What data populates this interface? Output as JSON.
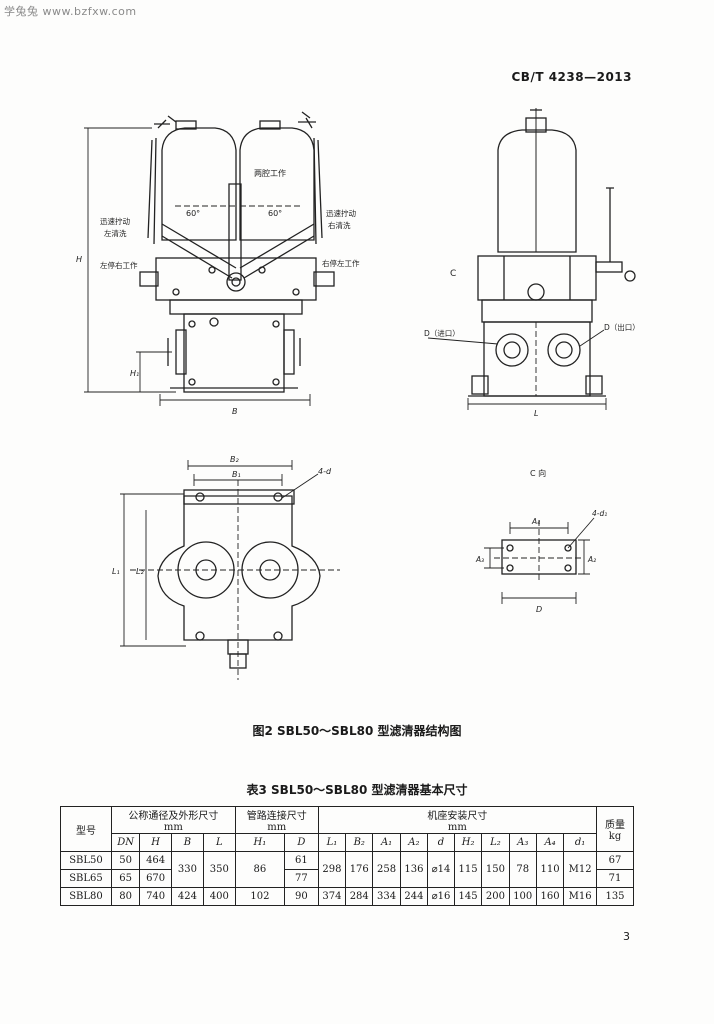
{
  "watermark": "学兔兔 www.bzfxw.com",
  "standard_code": "CB/T 4238—2013",
  "figure": {
    "caption": "图2  SBL50～SBL80 型滤清器结构图",
    "view_label": "C",
    "view_label_2": "C 向",
    "labels": {
      "both": "两腔工作",
      "left_switch": "迅速拧动",
      "left_switch_2": "左清洗",
      "right_switch": "迅速拧动",
      "right_switch_2": "右清洗",
      "left_work": "左停右工作",
      "right_work": "右停左工作",
      "angle_left": "60°",
      "angle_right": "60°",
      "inlet": "D（进口）",
      "outlet": "D（出口）",
      "dim_H": "H",
      "dim_H1": "H₁",
      "dim_B": "B",
      "dim_L": "L",
      "dim_B2": "B₂",
      "dim_B1": "B₁",
      "dim_L1": "L₁",
      "dim_L2": "L₂",
      "dim_4d": "4-d",
      "dim_4d1": "4-d₁",
      "dim_A4": "A₄",
      "dim_A3": "A₃",
      "dim_A2": "A₂",
      "dim_D": "D"
    }
  },
  "table": {
    "caption": "表3  SBL50～SBL80 型滤清器基本尺寸",
    "headers": {
      "model": "型号",
      "group1": "公称通径及外形尺寸",
      "group1_unit": "mm",
      "group2": "管路连接尺寸",
      "group2_unit": "mm",
      "group3": "机座安装尺寸",
      "group3_unit": "mm",
      "mass": "质量",
      "mass_unit": "kg"
    },
    "subheaders": [
      "DN",
      "H",
      "B",
      "L",
      "H₁",
      "D",
      "L₁",
      "B₂",
      "A₁",
      "A₂",
      "d",
      "H₂",
      "L₂",
      "A₃",
      "A₄",
      "d₁"
    ],
    "rows": [
      {
        "model": "SBL50",
        "DN": "50",
        "H": "464",
        "B": "330",
        "L": "350",
        "H1": "86",
        "D": "61",
        "L1": "298",
        "B2": "176",
        "A1": "258",
        "A2": "136",
        "d": "⌀14",
        "H2": "115",
        "L2": "150",
        "A3": "78",
        "A4": "110",
        "d1": "M12",
        "mass": "67"
      },
      {
        "model": "SBL65",
        "DN": "65",
        "H": "670",
        "D": "77",
        "mass": "71"
      },
      {
        "model": "SBL80",
        "DN": "80",
        "H": "740",
        "B": "424",
        "L": "400",
        "H1": "102",
        "D": "90",
        "L1": "374",
        "B2": "284",
        "A1": "334",
        "A2": "244",
        "d": "⌀16",
        "H2": "145",
        "L2": "200",
        "A3": "100",
        "A4": "160",
        "d1": "M16",
        "mass": "135"
      }
    ]
  },
  "page_number": "3"
}
